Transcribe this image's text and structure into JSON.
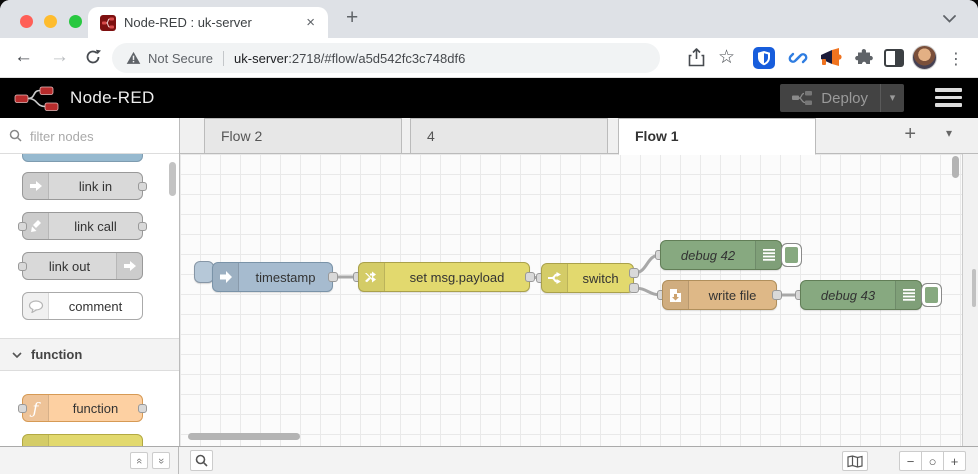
{
  "browser": {
    "tab_title": "Node-RED : uk-server",
    "url": {
      "warning_label": "Not Secure",
      "host": "uk-server",
      "path": ":2718/#flow/a5d542fc3c748df6"
    }
  },
  "header": {
    "brand": "Node-RED",
    "deploy_label": "Deploy"
  },
  "palette": {
    "filter_placeholder": "filter nodes",
    "category_label": "function",
    "items": [
      {
        "label": "link in"
      },
      {
        "label": "link call"
      },
      {
        "label": "link out"
      },
      {
        "label": "comment"
      },
      {
        "label": "function"
      }
    ]
  },
  "workspace": {
    "tabs": [
      {
        "label": "Flow 2",
        "active": false
      },
      {
        "label": "4",
        "active": false
      },
      {
        "label": "Flow 1",
        "active": true
      }
    ]
  },
  "canvas": {
    "nodes": [
      {
        "type": "inject",
        "label": "timestamp",
        "color": "#a6bbcf"
      },
      {
        "type": "change",
        "label": "set msg.payload",
        "color": "#e2d96e"
      },
      {
        "type": "switch",
        "label": "switch",
        "color": "#e2d96e"
      },
      {
        "type": "debug",
        "label": "debug 42",
        "color": "#87a980"
      },
      {
        "type": "file",
        "label": "write file",
        "color": "#deb887"
      },
      {
        "type": "debug",
        "label": "debug 43",
        "color": "#87a980"
      }
    ]
  },
  "footer": {
    "zoom_out": "−",
    "zoom_reset": "○",
    "zoom_in": "+"
  },
  "icons": {
    "back": "←",
    "forward": "→",
    "star": "☆",
    "kebab": "⋮",
    "new_tab": "+",
    "tab_close": "×",
    "deploy_caret": "▾",
    "workspace_add": "+",
    "workspace_menu": "▾",
    "collapse_up": "«",
    "collapse_down": "»",
    "function_glyph": "ƒ"
  },
  "colors": {
    "traffic_close": "#ff5f57",
    "traffic_min": "#febc2e",
    "traffic_max": "#28c840",
    "nodered_red": "#8f0000",
    "header_bg": "#000000",
    "inject": "#a6bbcf",
    "change_switch": "#e2d96e",
    "debug": "#87a980",
    "file": "#deb887",
    "function": "#fdd0a2",
    "link": "#dddddd",
    "comment": "#ffffff"
  }
}
